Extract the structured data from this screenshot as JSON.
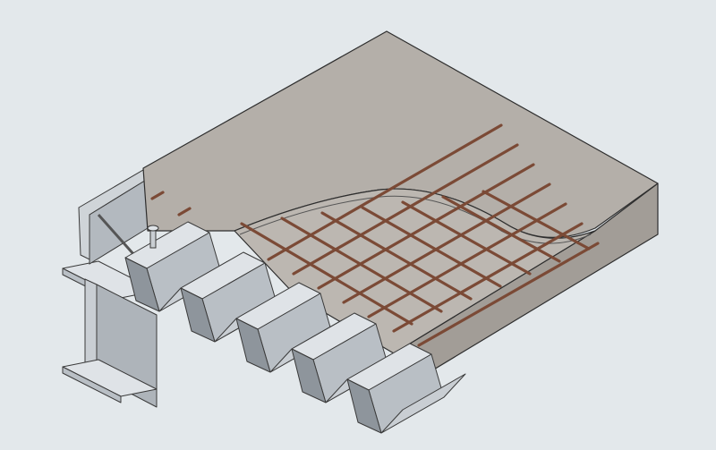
{
  "colors": {
    "background": "#e3e8eb",
    "concrete_top": "#b4afa9",
    "concrete_side": "#a29d97",
    "concrete_lower": "#bcb7b1",
    "rebar": "#7b4a36",
    "steel_light": "#dfe3e7",
    "steel_mid": "#b9bfc5",
    "steel_dark": "#8e959c",
    "outline": "#3a3a3a"
  },
  "illustration": {
    "subject_icons": [
      "concrete-slab",
      "rebar-mesh",
      "steel-deck",
      "steel-i-beam",
      "shear-stud"
    ]
  }
}
